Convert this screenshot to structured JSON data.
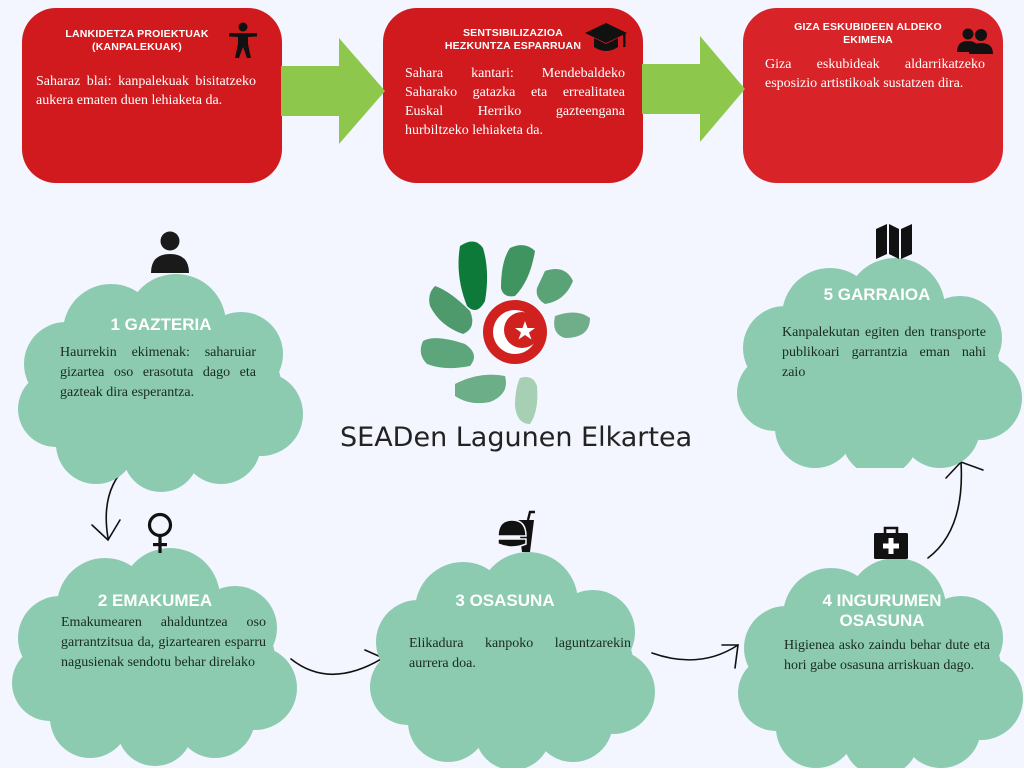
{
  "colors": {
    "card_red": "#d11a1e",
    "arrow_green": "#8dc74b",
    "cloud_green": "#8ccbb0",
    "background": "#f3f6fe"
  },
  "cards": [
    {
      "title_line1": "LANKIDETZA PROIEKTUAK",
      "title_line2": "(KANPALEKUAK)",
      "body": "Saharaz blai: kanpalekuak bisitatzeko aukera ematen duen lehiaketa da.",
      "icon": "accessibility-person-icon"
    },
    {
      "title_line1": "SENTSIBILIZAZIOA",
      "title_line2": "HEZKUNTZA ESPARRUAN",
      "body": "Sahara kantari: Mendebaldeko Saharako gatazka eta errealitatea Euskal Herriko gazteengana hurbiltzeko lehiaketa da.",
      "icon": "graduation-cap-icon"
    },
    {
      "title_line1": "GIZA ESKUBIDEEN ALDEKO",
      "title_line2": "EKIMENA",
      "body": "Giza eskubideak aldarrikatzeko esposizio artistikoak sustatzen dira.",
      "icon": "users-group-icon"
    }
  ],
  "logo": {
    "name": "SEADen Lagunen Elkartea"
  },
  "clouds": [
    {
      "title": "1 GAZTERIA",
      "body": "Haurrekin ekimenak: saharuiar gizartea oso erasotuta dago eta gazteak dira esperantza.",
      "icon": "person-icon"
    },
    {
      "title": "2 EMAKUMEA",
      "body": "Emakumearen ahalduntzea oso garrantzitsua da, gizartearen esparru nagusienak sendotu behar direlako",
      "icon": "female-symbol-icon"
    },
    {
      "title": "3 OSASUNA",
      "body": "Elikadura kanpoko laguntzarekin aurrera doa.",
      "icon": "fast-food-icon"
    },
    {
      "title_line1": "4 INGURUMEN",
      "title_line2": "OSASUNA",
      "body": "Higienea asko zaindu behar dute eta hori gabe osasuna arriskuan dago.",
      "icon": "first-aid-kit-icon"
    },
    {
      "title": "5 GARRAIOA",
      "body": "Kanpalekutan egiten den transporte publikoari garrantzia eman nahi zaio",
      "icon": "map-icon"
    }
  ]
}
